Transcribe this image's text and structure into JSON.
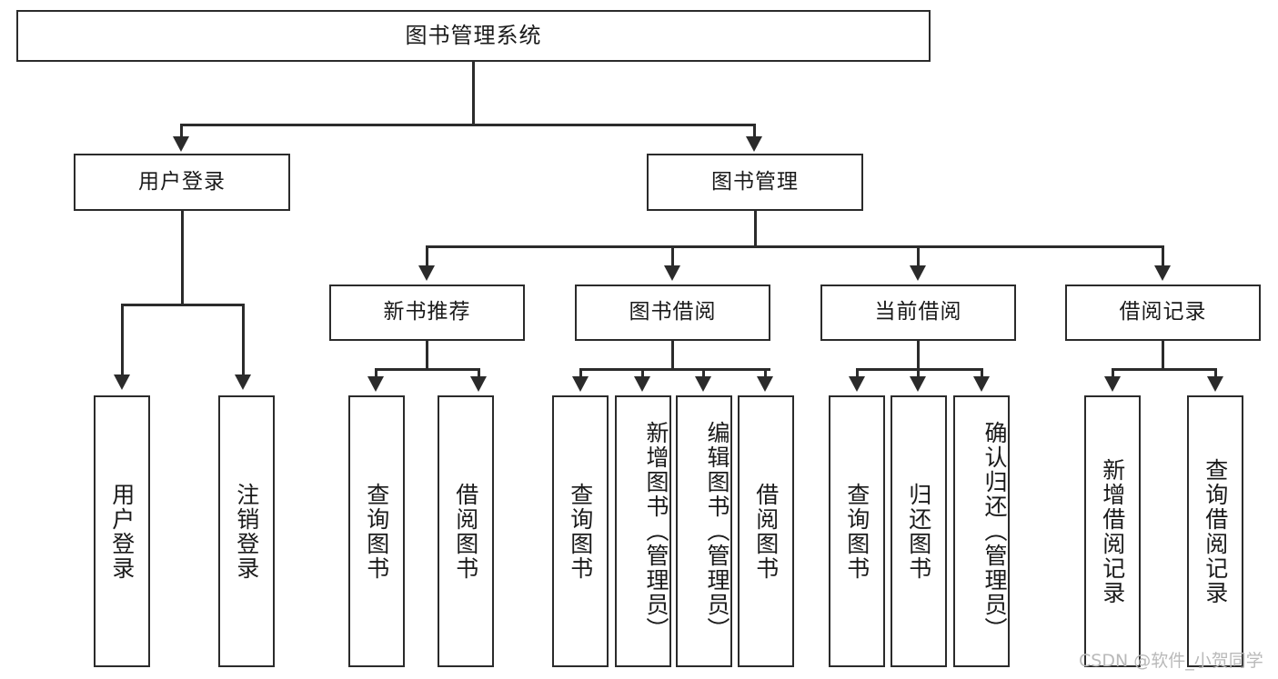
{
  "diagram": {
    "type": "tree-hierarchy",
    "title": "图书管理系统",
    "root": {
      "label": "图书管理系统"
    },
    "level2": [
      {
        "label": "用户登录"
      },
      {
        "label": "图书管理"
      }
    ],
    "level3": [
      {
        "label": "新书推荐"
      },
      {
        "label": "图书借阅"
      },
      {
        "label": "当前借阅"
      },
      {
        "label": "借阅记录"
      }
    ],
    "leaves": {
      "user_login": [
        {
          "label": "用户登录"
        },
        {
          "label": "注销登录"
        }
      ],
      "new_book_recommend": [
        {
          "label": "查询图书"
        },
        {
          "label": "借阅图书"
        }
      ],
      "book_borrow": [
        {
          "label": "查询图书"
        },
        {
          "label": "新增图书（管理员）"
        },
        {
          "label": "编辑图书（管理员）"
        },
        {
          "label": "借阅图书"
        }
      ],
      "current_borrow": [
        {
          "label": "查询图书"
        },
        {
          "label": "归还图书"
        },
        {
          "label": "确认归还（管理员）"
        }
      ],
      "borrow_records": [
        {
          "label": "新增借阅记录"
        },
        {
          "label": "查询借阅记录"
        }
      ]
    }
  },
  "watermark": {
    "text": "CSDN @软件_小贺同学"
  },
  "colors": {
    "stroke": "#2b2b2b",
    "background": "#ffffff",
    "text": "#1a1a1a",
    "watermark": "#b9b9b9"
  }
}
